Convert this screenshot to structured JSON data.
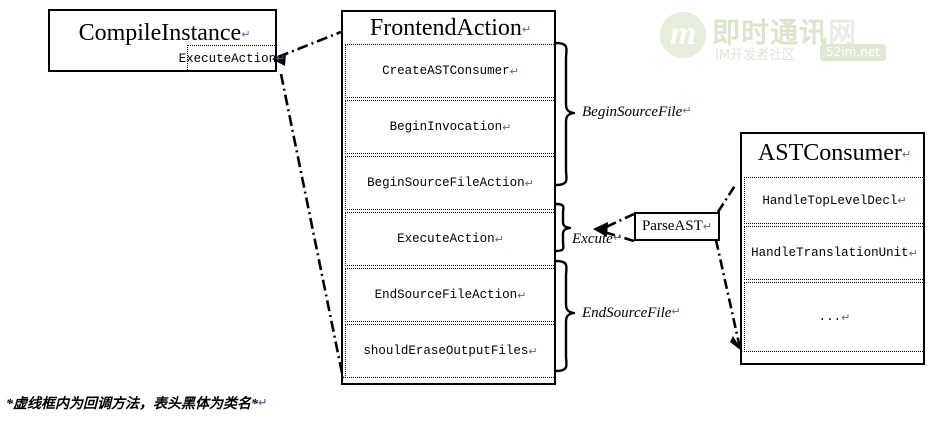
{
  "watermark": {
    "logo_letter": "m",
    "title_main": "即时通讯",
    "title_last": "网",
    "subtitle": "IM开发者社区",
    "badge": "52im.net"
  },
  "compile_instance": {
    "title": "CompileInstance",
    "cr": "↵",
    "method": "ExecuteAction",
    "method_cr": "↵"
  },
  "frontend_action": {
    "title": "FrontendAction",
    "cr": "↵",
    "methods": [
      {
        "label": "CreateASTConsumer",
        "cr": "↵"
      },
      {
        "label": "BeginInvocation",
        "cr": "↵"
      },
      {
        "label": "BeginSourceFileAction",
        "cr": "↵"
      },
      {
        "label": "ExecuteAction",
        "cr": "↵"
      },
      {
        "label": "EndSourceFileAction",
        "cr": "↵"
      },
      {
        "label": "shouldEraseOutputFiles",
        "cr": "↵"
      }
    ]
  },
  "phase_labels": [
    {
      "label": "BeginSourceFile",
      "cr": "↵"
    },
    {
      "label": "Excute",
      "cr": "↵"
    },
    {
      "label": "EndSourceFile",
      "cr": "↵"
    }
  ],
  "parse_ast": {
    "label": "ParseAST",
    "cr": "↵"
  },
  "ast_consumer": {
    "title": "ASTConsumer",
    "cr": "↵",
    "methods": [
      {
        "label": "HandleTopLevelDecl",
        "cr": "↵"
      },
      {
        "label": "HandleTranslationUnit",
        "cr": "↵"
      },
      {
        "label": "...",
        "cr": "↵"
      }
    ]
  },
  "footnote": {
    "text": "*虚线框内为回调方法，表头黑体为类名*",
    "cr": "↵"
  },
  "colors": {
    "stroke": "#000000",
    "background": "#ffffff",
    "cr_mark": "#5a6a8c",
    "watermark_green": "#dbe5cc",
    "watermark_badge": "#dfe8d2"
  }
}
